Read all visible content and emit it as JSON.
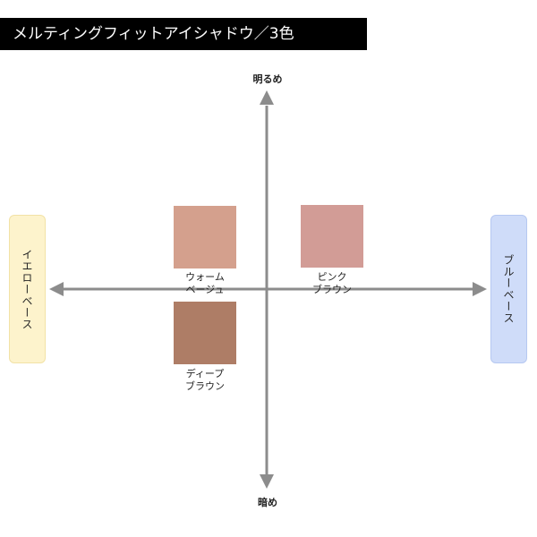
{
  "title": "メルティングフィットアイシャドウ／3色",
  "axis": {
    "top_label": "明るめ",
    "bottom_label": "暗め",
    "left_label": "イエローベース",
    "right_label": "ブルーベース",
    "arrow_color": "#8c8c8c"
  },
  "side_colors": {
    "yellow_base": "#fdf3cc",
    "blue_base": "#cfdcf9"
  },
  "swatches": [
    {
      "line1": "ウォーム",
      "line2": "ベージュ",
      "color": "#d4a08d"
    },
    {
      "line1": "ピンク",
      "line2": "ブラウン",
      "color": "#d29c96"
    },
    {
      "line1": "ディープ",
      "line2": "ブラウン",
      "color": "#ae7d66"
    }
  ]
}
